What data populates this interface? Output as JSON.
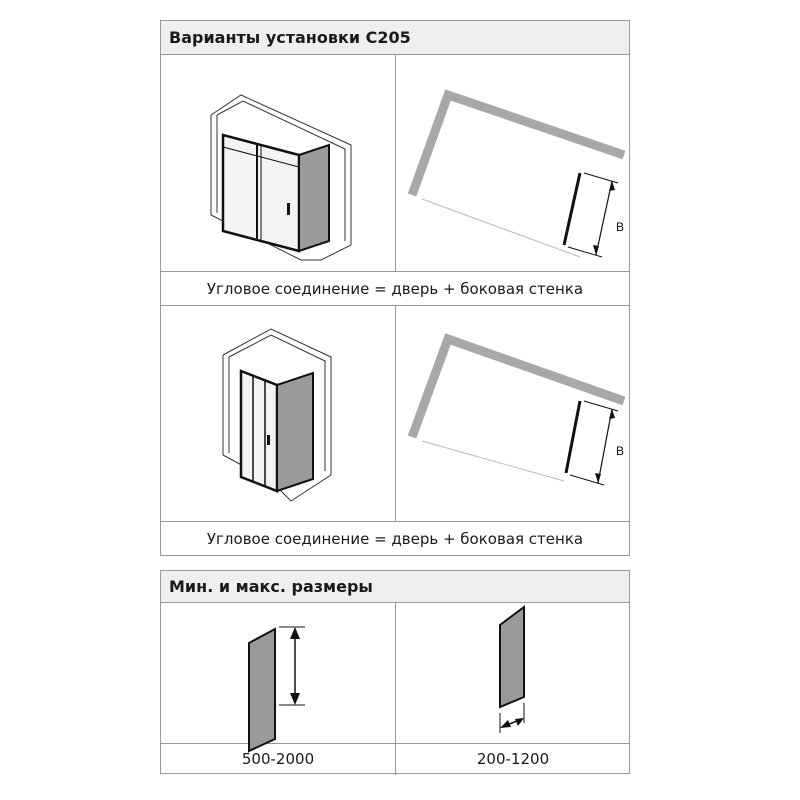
{
  "variants": {
    "title": "Варианты установки C205",
    "rows": [
      {
        "caption": "Угловое соединение = дверь + боковая стенка",
        "dim_label": "B"
      },
      {
        "caption": "Угловое соединение = дверь + боковая стенка",
        "dim_label": "B"
      }
    ]
  },
  "sizes": {
    "title": "Мин. и макс. размеры",
    "height_range": "500-2000",
    "width_range": "200-1200"
  }
}
